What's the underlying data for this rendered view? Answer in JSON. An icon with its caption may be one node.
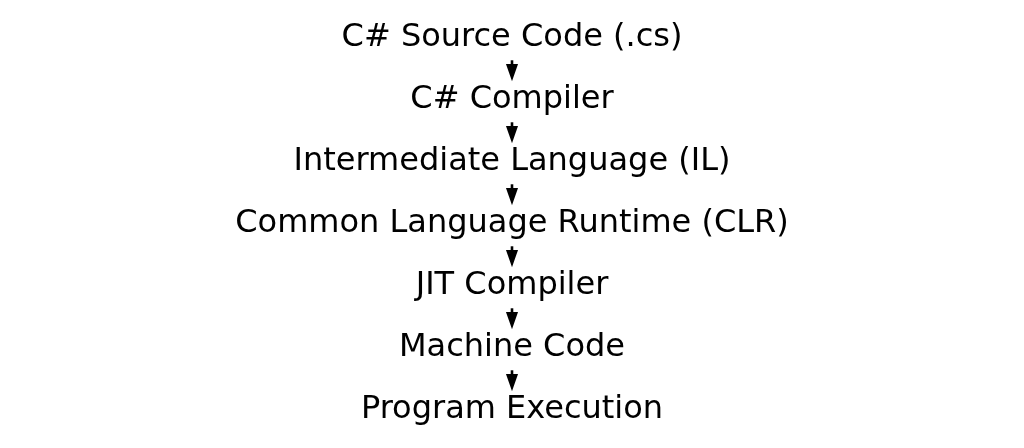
{
  "diagram": {
    "nodes": [
      {
        "text": [
          "C# Source Code (.cs)"
        ]
      },
      {
        "text": [
          "C# Compiler"
        ]
      },
      {
        "text": [
          "Intermediate Language (IL)"
        ]
      },
      {
        "text": [
          "Common Language Runtime (CLR)"
        ]
      },
      {
        "text": [
          "JIT Compiler"
        ]
      },
      {
        "text": [
          "Machine Code"
        ]
      },
      {
        "text": [
          "Program Execution"
        ]
      }
    ],
    "edges": [
      {
        "from": 0,
        "to": 1,
        "arrow": "to"
      },
      {
        "from": 1,
        "to": 2,
        "arrow": "to"
      },
      {
        "from": 2,
        "to": 3,
        "arrow": "to"
      },
      {
        "from": 3,
        "to": 4,
        "arrow": "to"
      },
      {
        "from": 4,
        "to": 5,
        "arrow": "to"
      },
      {
        "from": 5,
        "to": 6,
        "arrow": "to"
      }
    ]
  }
}
